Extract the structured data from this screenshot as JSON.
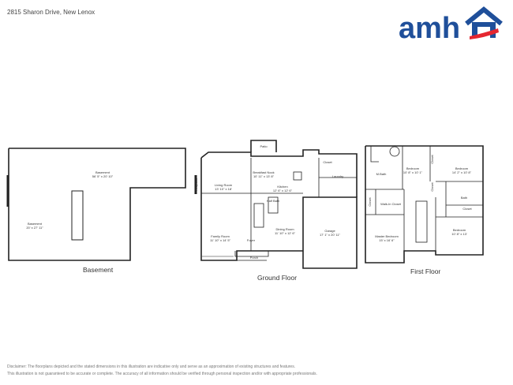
{
  "header": {
    "address": "2815 Sharon Drive, New Lenox",
    "logo_text": "amh",
    "brand_color": "#1f4f9a",
    "accent_color": "#e52730"
  },
  "floors": {
    "basement": {
      "label": "Basement",
      "rooms": [
        {
          "name": "Basement",
          "dims": "56' 5\" x 20' 10\""
        },
        {
          "name": "Basement",
          "dims": "20' x 27' 11\""
        }
      ]
    },
    "ground": {
      "label": "Ground Floor",
      "rooms": [
        {
          "name": "Patio",
          "dims": ""
        },
        {
          "name": "Breakfast Nook",
          "dims": "10' 11\" x 13' 8\""
        },
        {
          "name": "Closet",
          "dims": ""
        },
        {
          "name": "Laundry",
          "dims": ""
        },
        {
          "name": "Living Room",
          "dims": "13' 10\" x 18'"
        },
        {
          "name": "Fireplace",
          "dims": ""
        },
        {
          "name": "Kitchen",
          "dims": "12' 6\" x 12' 6\""
        },
        {
          "name": "Half Bath",
          "dims": ""
        },
        {
          "name": "Dining Room",
          "dims": "11' 10\" x 12' 6\""
        },
        {
          "name": "Garage",
          "dims": "17' 1\" x 20' 11\""
        },
        {
          "name": "Family Room",
          "dims": "11' 10\" x 14' 5\""
        },
        {
          "name": "Foyer",
          "dims": ""
        },
        {
          "name": "Porch",
          "dims": ""
        }
      ]
    },
    "first": {
      "label": "First Floor",
      "rooms": [
        {
          "name": "M.Bath",
          "dims": ""
        },
        {
          "name": "Bedroom",
          "dims": "10' 8\" x 10' 1\""
        },
        {
          "name": "Closet",
          "dims": ""
        },
        {
          "name": "Bedroom",
          "dims": "14' 2\" x 10' 8\""
        },
        {
          "name": "Closet",
          "dims": ""
        },
        {
          "name": "Bath",
          "dims": ""
        },
        {
          "name": "Closet",
          "dims": ""
        },
        {
          "name": "Walk-In Closet",
          "dims": ""
        },
        {
          "name": "Closet",
          "dims": ""
        },
        {
          "name": "Master Bedroom",
          "dims": "15' x 16' 6\""
        },
        {
          "name": "Bedroom",
          "dims": "10' 8\" x 13'"
        }
      ]
    }
  },
  "disclaimer": [
    "Disclaimer: The floorplans depicted and the stated dimensions in this illustration are indicative only and serve as an approximation of existing structures and features.",
    "This illustration is not guaranteed to be accurate or complete. The accuracy of all information should be verified through personal inspection and/or with appropriate professionals."
  ]
}
